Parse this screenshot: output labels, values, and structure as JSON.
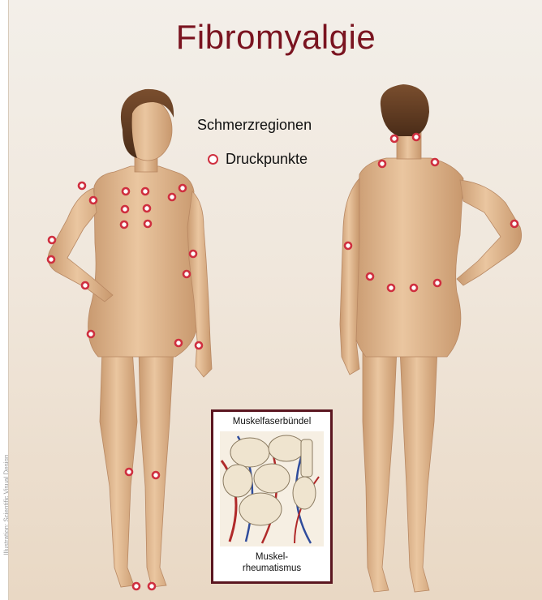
{
  "title": "Fibromyalgie",
  "legend": {
    "regions_label": "Schmerzregionen",
    "points_label": "Druckpunkte"
  },
  "inset": {
    "top_label": "Muskelfaserbündel",
    "bottom_label_line1": "Muskel-",
    "bottom_label_line2": "rheumatismus"
  },
  "credit": "Illustration: Scientific Visual Design",
  "colors": {
    "title": "#7a1420",
    "tender_point": "#cf2f3f",
    "skin": "#e2b98f",
    "frame": "#5b1620"
  }
}
